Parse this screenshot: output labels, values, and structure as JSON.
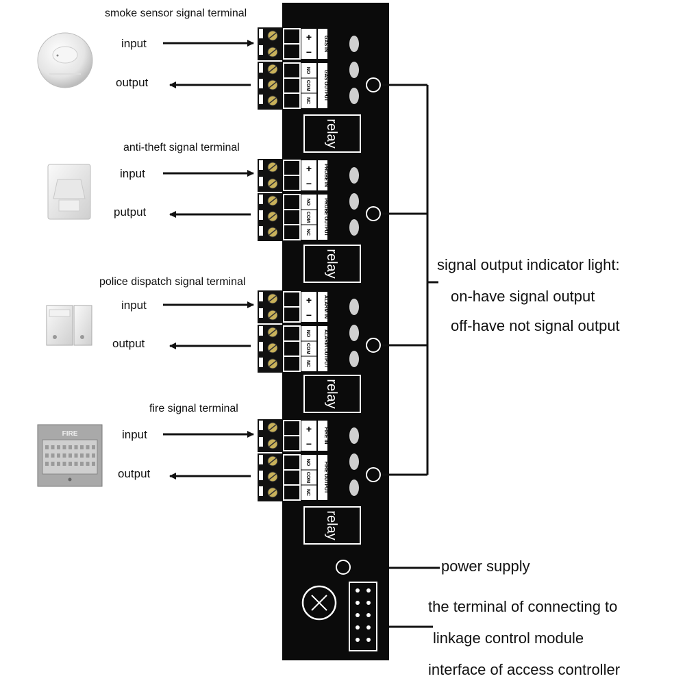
{
  "groups": [
    {
      "title": "smoke sensor signal terminal",
      "input_label": "input",
      "output_label": "output",
      "in_terminal_label": "GAS IN",
      "out_terminal_label": "GAS OUTPUT",
      "device_icon": "smoke-detector-icon"
    },
    {
      "title": "anti-theft signal terminal",
      "input_label": "input",
      "output_label": "putput",
      "in_terminal_label": "PROBE IN",
      "out_terminal_label": "PROBE OUTPUT",
      "device_icon": "motion-sensor-icon"
    },
    {
      "title": "police dispatch signal terminal",
      "input_label": "input",
      "output_label": "output",
      "in_terminal_label": "ALARM IN",
      "out_terminal_label": "ALARM OUTPUT",
      "device_icon": "door-contact-sensor-icon"
    },
    {
      "title": "fire signal terminal",
      "input_label": "input",
      "output_label": "output",
      "in_terminal_label": "FIRE IN",
      "out_terminal_label": "FIRE OUTPUT",
      "device_icon": "fire-alarm-call-point-icon"
    }
  ],
  "fire_device_text": "FIRE",
  "relay_label": "relay",
  "plus_sign": "+",
  "minus_sign": "−",
  "out_pins": [
    "NO",
    "COM",
    "NC"
  ],
  "indicator_caption": {
    "line1": "signal output indicator light:",
    "line2": "on-have signal output",
    "line3": "off-have not signal output"
  },
  "power_label": "power supply",
  "connector_caption": {
    "line1": "the terminal of connecting to",
    "line2": "linkage control module",
    "line3": "interface of access controller"
  }
}
